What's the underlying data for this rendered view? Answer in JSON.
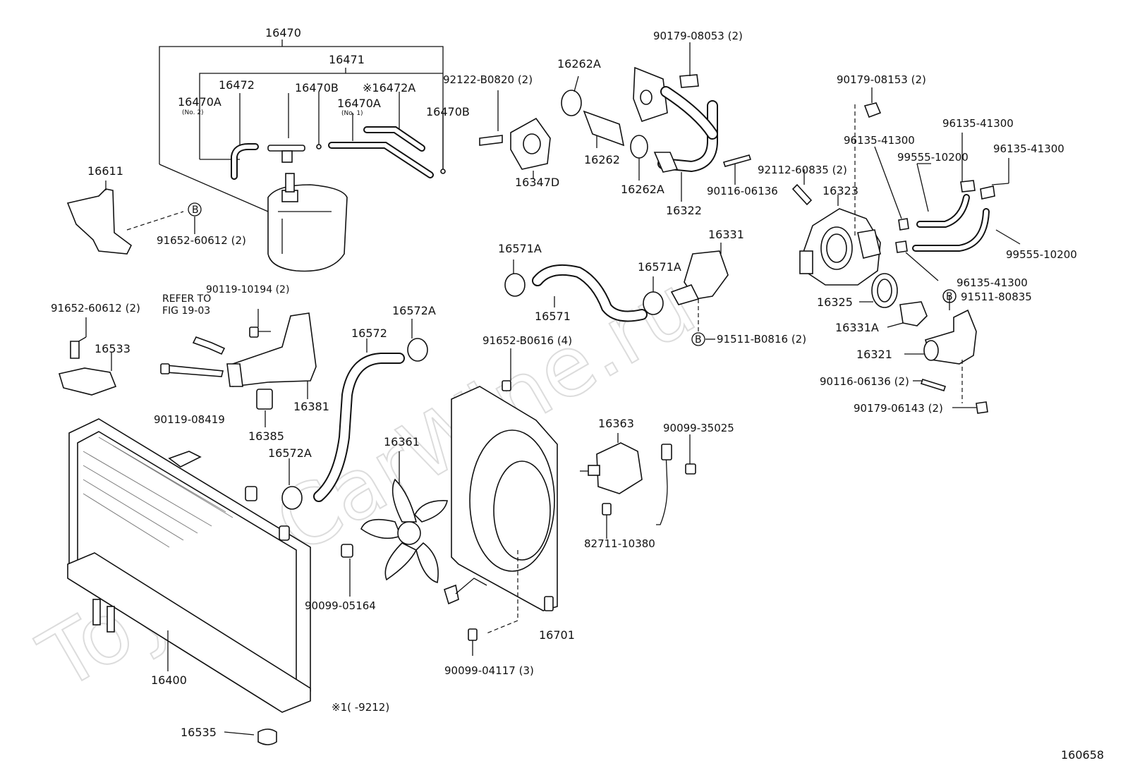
{
  "watermark": "ToyotaCarWine.ru",
  "diagram_number": "160658",
  "footnote": "※1(      -9212)",
  "refer_note": [
    "REFER TO",
    "FIG 19-03"
  ],
  "sub_notes": {
    "no2": "(No. 2)",
    "no1": "(No. 1)"
  },
  "bolt_marker": "B",
  "labels": {
    "p16470": "16470",
    "p16471": "16471",
    "p16472": "16472",
    "p16470A_no2": "16470A",
    "p16470B_a": "16470B",
    "p16472A": "※16472A",
    "p16470A_no1": "16470A",
    "p16470B_b": "16470B",
    "p16611": "16611",
    "p91652_60612_a": "91652-60612 (2)",
    "p91652_60612_b": "91652-60612 (2)",
    "p90119_10194": "90119-10194 (2)",
    "p16533": "16533",
    "p90119_08419": "90119-08419",
    "p16381": "16381",
    "p16385": "16385",
    "p16572A_a": "16572A",
    "p16572": "16572",
    "p16572A_b": "16572A",
    "p16361": "16361",
    "p90099_05164": "90099-05164",
    "p16400": "16400",
    "p16535": "16535",
    "p92122_B0820": "92122-B0820 (2)",
    "p16262A_a": "16262A",
    "p16262": "16262",
    "p16347D": "16347D",
    "p90179_08053": "90179-08053 (2)",
    "p16262A_b": "16262A",
    "p16322": "16322",
    "p90116_06136_a": "90116-06136",
    "p92112_60835": "92112-60835 (2)",
    "p16571A_a": "16571A",
    "p16571": "16571",
    "p16571A_b": "16571A",
    "p16331": "16331",
    "p91511_B0816": "91511-B0816 (2)",
    "p91652_B0616": "91652-B0616 (4)",
    "p16363": "16363",
    "p90099_35025": "90099-35025",
    "p82711_10380": "82711-10380",
    "p16701": "16701",
    "p90099_04117": "90099-04117 (3)",
    "p90179_08153": "90179-08153 (2)",
    "p96135_41300_a": "96135-41300",
    "p96135_41300_b": "96135-41300",
    "p99555_10200_a": "99555-10200",
    "p96135_41300_c": "96135-41300",
    "p16323": "16323",
    "p99555_10200_b": "99555-10200",
    "p96135_41300_d": "96135-41300",
    "p91511_80835": "91511-80835",
    "p16325": "16325",
    "p16331A": "16331A",
    "p16321": "16321",
    "p90116_06136_b": "90116-06136 (2)",
    "p90179_06143": "90179-06143 (2)"
  }
}
